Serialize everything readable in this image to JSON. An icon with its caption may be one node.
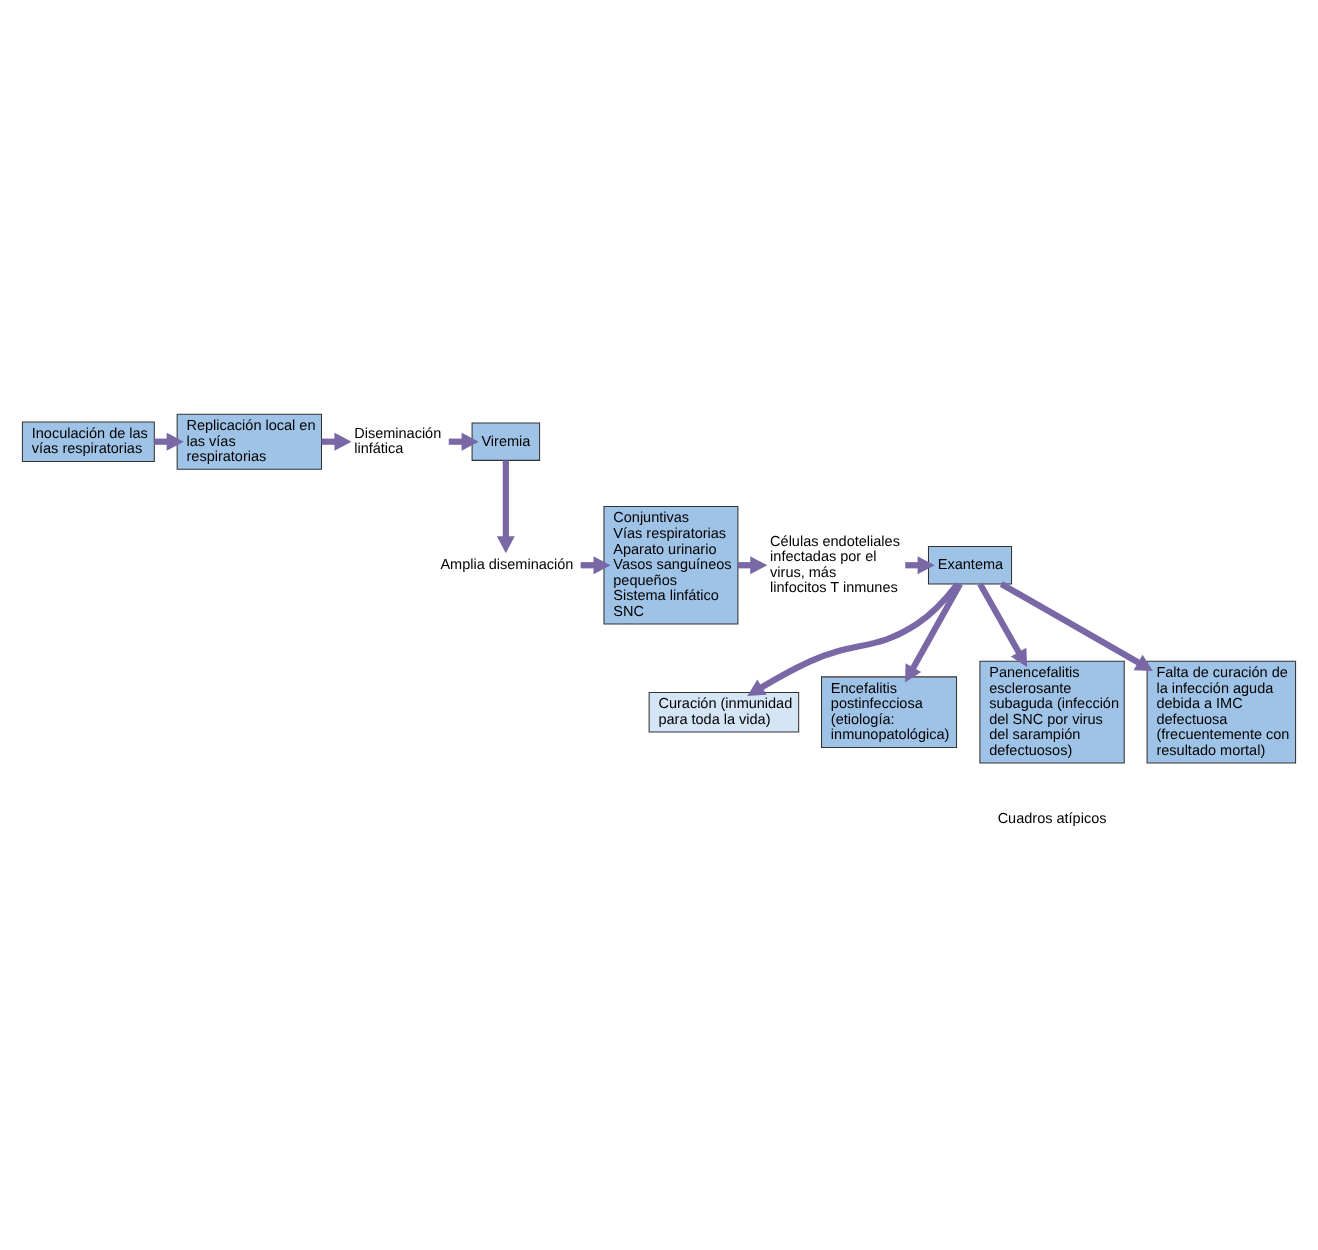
{
  "diagram": {
    "nodes": [
      {
        "text": [
          "Inoculación de las vías respiratorias"
        ]
      },
      {
        "text": [
          "Replicación local en las vías respiratorias"
        ]
      },
      {
        "text": [
          "Diseminación linfática"
        ]
      },
      {
        "text": [
          "Viremia"
        ]
      },
      {
        "text": [
          "Amplia diseminación"
        ]
      },
      {
        "text": [
          "Conjuntivas",
          "Vías respiratorias",
          "Aparato urinario",
          "Vasos sanguíneos pequeños",
          "Sistema linfático",
          "SNC"
        ]
      },
      {
        "text": [
          "Células endoteliales infectadas por el virus, más linfocitos T inmunes"
        ]
      },
      {
        "text": [
          "Exantema"
        ]
      },
      {
        "text": [
          "Curación (inmunidad para toda la vida)"
        ]
      },
      {
        "text": [
          "Encefalitis postinfecciosa (etiología: inmunopatológica)"
        ]
      },
      {
        "text": [
          "Panencefalitis esclerosante subaguda (infección del SNC por virus del sarampión defectuosos)"
        ]
      },
      {
        "text": [
          "Falta de curación de la infección aguda debida a IMC defectuosa (frecuentemente con resultado mortal)"
        ]
      }
    ],
    "edges": [
      {
        "from": 0,
        "to": 1,
        "arrow": "to"
      },
      {
        "from": 1,
        "to": 2,
        "arrow": "to"
      },
      {
        "from": 2,
        "to": 3,
        "arrow": "to"
      },
      {
        "from": 3,
        "to": 4,
        "arrow": "to"
      },
      {
        "from": 4,
        "to": 5,
        "arrow": "to"
      },
      {
        "from": 5,
        "to": 6,
        "arrow": "to"
      },
      {
        "from": 6,
        "to": 7,
        "arrow": "to"
      },
      {
        "from": 7,
        "to": 8,
        "arrow": "to"
      },
      {
        "from": 7,
        "to": 9,
        "arrow": "to"
      },
      {
        "from": 7,
        "to": 10,
        "arrow": "to"
      },
      {
        "from": 7,
        "to": 11,
        "arrow": "to"
      }
    ],
    "labels": [
      "Cuadros atípicos"
    ]
  }
}
